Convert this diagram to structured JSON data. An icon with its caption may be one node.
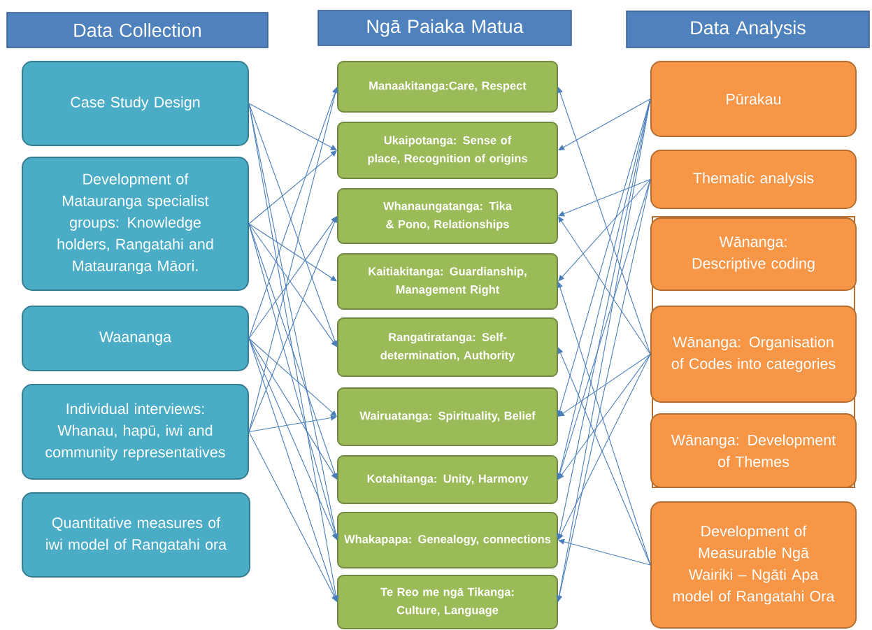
{
  "diagram": {
    "nodes": [
      {
        "text": [
          "Data Collection"
        ]
      },
      {
        "text": [
          "Ngā Paiaka Matua"
        ]
      },
      {
        "text": [
          "Data Analysis"
        ]
      },
      {
        "text": [
          "Case Study Design"
        ]
      },
      {
        "text": [
          "Development of Matauranga specialist groups: Knowledge holders, Rangatahi and Matauranga Māori."
        ]
      },
      {
        "text": [
          "Waananga"
        ]
      },
      {
        "text": [
          "Individual interviews: Whanau, hapū, iwi and community representatives"
        ]
      },
      {
        "text": [
          "Quantitative measures of iwi model of Rangatahi ora"
        ]
      },
      {
        "text": [
          "Manaakitanga:Care, Respect"
        ]
      },
      {
        "text": [
          "Ukaipotanga: Sense of place, Recognition of origins"
        ]
      },
      {
        "text": [
          "Whanaungatanga: Tika & Pono, Relationships"
        ]
      },
      {
        "text": [
          "Kaitiakitanga: Guardianship, Management Right"
        ]
      },
      {
        "text": [
          "Rangatiratanga: Self-determination, Authority"
        ]
      },
      {
        "text": [
          "Wairuatanga: Spirituality, Belief"
        ]
      },
      {
        "text": [
          "Kotahitanga: Unity, Harmony"
        ]
      },
      {
        "text": [
          "Whakapapa: Genealogy, connections"
        ]
      },
      {
        "text": [
          "Te Reo me ngā Tikanga: Culture, Language"
        ]
      },
      {
        "text": [
          "Pūrakau"
        ]
      },
      {
        "text": [
          "Thematic analysis"
        ]
      },
      {
        "text": [],
        "shape": "box"
      },
      {
        "text": [
          "Wānanga: Descriptive coding"
        ],
        "in": 19
      },
      {
        "text": [
          "Wānanga: Organisation of Codes into categories"
        ],
        "in": 19
      },
      {
        "text": [
          "Wānanga: Development of Themes"
        ],
        "in": 19
      },
      {
        "text": [
          "Development of Measurable Ngā Wairiki – Ngāti Apa model of Rangatahi Ora"
        ]
      }
    ],
    "edges": [
      {
        "from": 3,
        "to": 9,
        "arrow": "to"
      },
      {
        "from": 3,
        "to": 12,
        "arrow": "to"
      },
      {
        "from": 3,
        "to": 15,
        "arrow": "to"
      },
      {
        "from": 3,
        "to": 16,
        "arrow": "to"
      },
      {
        "from": 4,
        "to": 9,
        "arrow": "to"
      },
      {
        "from": 4,
        "to": 11,
        "arrow": "to"
      },
      {
        "from": 4,
        "to": 12,
        "arrow": "to"
      },
      {
        "from": 4,
        "to": 14,
        "arrow": "to"
      },
      {
        "from": 4,
        "to": 15,
        "arrow": "to"
      },
      {
        "from": 5,
        "to": 8,
        "arrow": "to"
      },
      {
        "from": 5,
        "to": 10,
        "arrow": "to"
      },
      {
        "from": 5,
        "to": 13,
        "arrow": "to"
      },
      {
        "from": 5,
        "to": 14,
        "arrow": "to"
      },
      {
        "from": 5,
        "to": 15,
        "arrow": "to"
      },
      {
        "from": 5,
        "to": 16,
        "arrow": "to"
      },
      {
        "from": 6,
        "to": 8,
        "arrow": "to"
      },
      {
        "from": 6,
        "to": 10,
        "arrow": "to"
      },
      {
        "from": 6,
        "to": 13,
        "arrow": "to"
      },
      {
        "from": 6,
        "to": 16,
        "arrow": "to"
      },
      {
        "from": 17,
        "to": 9,
        "arrow": "to"
      },
      {
        "from": 17,
        "to": 13,
        "arrow": "to"
      },
      {
        "from": 17,
        "to": 14,
        "arrow": "to"
      },
      {
        "from": 17,
        "to": 15,
        "arrow": "to"
      },
      {
        "from": 17,
        "to": 16,
        "arrow": "to"
      },
      {
        "from": 18,
        "to": 10,
        "arrow": "to"
      },
      {
        "from": 18,
        "to": 11,
        "arrow": "to"
      },
      {
        "from": 18,
        "to": 14,
        "arrow": "to"
      },
      {
        "from": 18,
        "to": 16,
        "arrow": "to"
      },
      {
        "from": 21,
        "to": 8,
        "arrow": "to"
      },
      {
        "from": 21,
        "to": 10,
        "arrow": "to"
      },
      {
        "from": 21,
        "to": 13,
        "arrow": "to"
      },
      {
        "from": 21,
        "to": 14,
        "arrow": "to"
      },
      {
        "from": 21,
        "to": 15,
        "arrow": "to"
      },
      {
        "from": 23,
        "to": 11,
        "arrow": "to"
      },
      {
        "from": 23,
        "to": 12,
        "arrow": "to"
      },
      {
        "from": 23,
        "to": 15,
        "arrow": "to"
      }
    ]
  }
}
